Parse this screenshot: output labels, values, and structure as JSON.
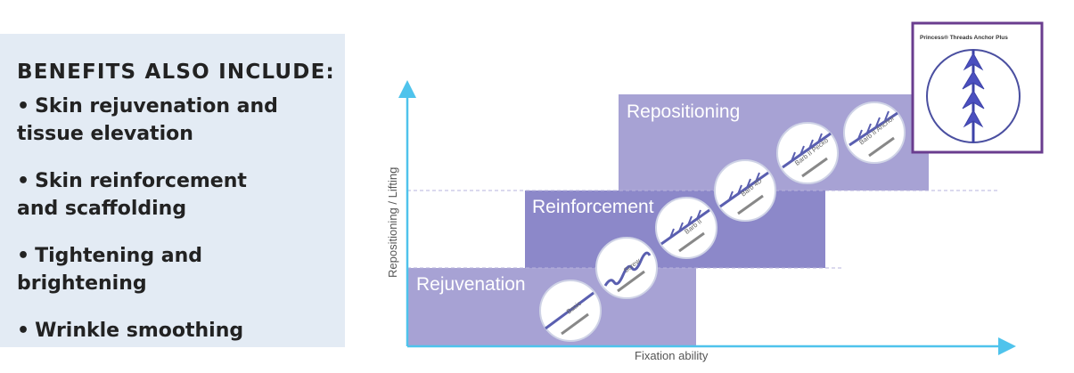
{
  "benefits": {
    "heading": "BENEFITS ALSO INCLUDE:",
    "items": [
      {
        "bullet": "•",
        "line1": "Skin rejuvenation and",
        "line2": "tissue elevation"
      },
      {
        "bullet": "•",
        "line1": "Skin reinforcement",
        "line2": "and scaffolding"
      },
      {
        "bullet": "•",
        "line1": "Tightening and brightening",
        "line2": ""
      },
      {
        "bullet": "•",
        "line1": "Wrinkle smoothing",
        "line2": ""
      }
    ],
    "background_color": "#e3ebf4"
  },
  "diagram": {
    "y_axis_label": "Repositioning / Lifting",
    "x_axis_label": "Fixation ability",
    "axis_color": "#4fc3ec",
    "tiers": [
      {
        "label": "Rejuvenation",
        "color": "#a7a2d4"
      },
      {
        "label": "Reinforcement",
        "color": "#8c88c9"
      },
      {
        "label": "Repositioning",
        "color": "#a7a2d4"
      }
    ],
    "threads": [
      {
        "label": "Basic",
        "icon": "smooth-thread-icon"
      },
      {
        "label": "Screw",
        "icon": "screw-thread-icon"
      },
      {
        "label": "Barb II",
        "icon": "barb-thread-icon"
      },
      {
        "label": "Barb 4D",
        "icon": "barb-thread-icon"
      },
      {
        "label": "Barb II Pecko",
        "icon": "barb-thread-icon"
      },
      {
        "label": "Barb II Anchor",
        "icon": "barb-thread-icon"
      }
    ],
    "inset": {
      "title": "Princess® Threads Anchor Plus",
      "border_color": "#6a3d8f",
      "icon": "anchor-thread-icon"
    }
  }
}
